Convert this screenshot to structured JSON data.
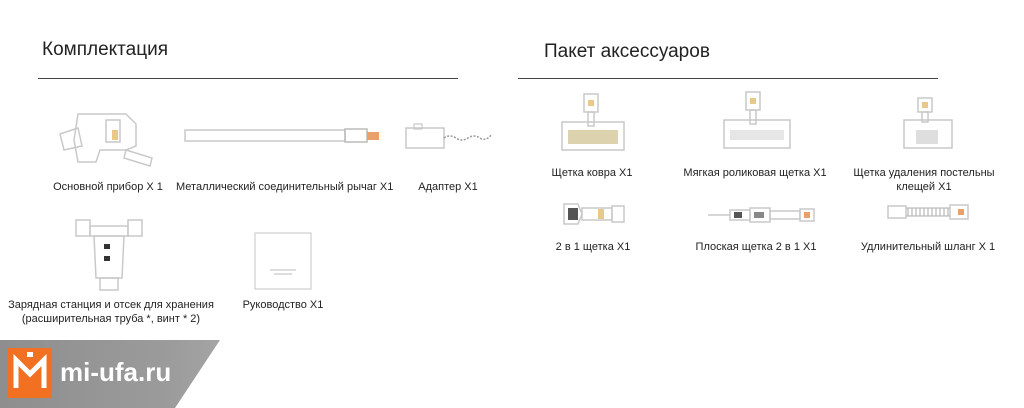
{
  "left_section": {
    "title": "Комплектация",
    "items": [
      {
        "label": "Основной прибор Х 1",
        "icon": "vacuum-main-body-icon"
      },
      {
        "label": "Металлический соединительный рычаг Х1",
        "icon": "metal-tube-icon"
      },
      {
        "label": "Адаптер Х1",
        "icon": "power-adapter-icon"
      },
      {
        "label_line1": "Зарядная станция и отсек для хранения",
        "label_line2": "(расширительная труба *, винт * 2)",
        "icon": "charging-station-icon"
      },
      {
        "label": "Руководство Х1",
        "icon": "manual-icon"
      }
    ]
  },
  "right_section": {
    "title": "Пакет аксессуаров",
    "items": [
      {
        "label": "Щетка ковра Х1",
        "icon": "carpet-brush-icon"
      },
      {
        "label": "Мягкая роликовая щетка Х1",
        "icon": "soft-roller-brush-icon"
      },
      {
        "label_line1": "Щетка удаления постельны",
        "label_line2": "клещей Х1",
        "icon": "mite-brush-icon"
      },
      {
        "label": "2 в 1 щетка Х1",
        "icon": "two-in-one-brush-icon"
      },
      {
        "label": "Плоская щетка 2 в 1 Х1",
        "icon": "crevice-brush-icon"
      },
      {
        "label": "Удлинительный шланг Х 1",
        "icon": "extension-hose-icon"
      }
    ]
  },
  "watermark": {
    "text": "mi-ufa.ru",
    "brand_color": "#f27021"
  }
}
